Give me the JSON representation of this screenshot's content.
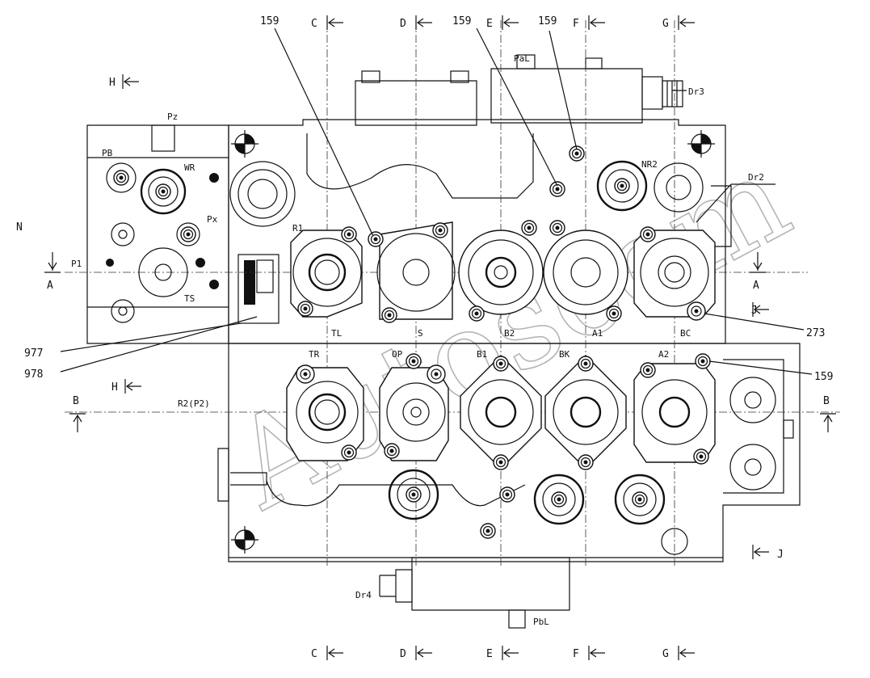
{
  "watermark": "Autoscom",
  "sections": {
    "top": [
      "C",
      "D",
      "E",
      "F",
      "G"
    ],
    "bottom": [
      "C",
      "D",
      "E",
      "F",
      "G"
    ],
    "side_h_top": "H",
    "side_h_mid": "H",
    "side_a_left": "A",
    "side_a_right": "A",
    "side_b_left": "B",
    "side_b_right": "B",
    "side_j_top": "J",
    "side_j_bottom": "J"
  },
  "callouts": {
    "c159_1": "159",
    "c159_2": "159",
    "c159_3": "159",
    "c159_4": "159",
    "c273": "273",
    "c977": "977",
    "c978": "978"
  },
  "ports": {
    "pal": "PaL",
    "dr3": "Dr3",
    "dr2": "Dr2",
    "pz": "Pz",
    "pb": "PB",
    "wr": "WR",
    "px": "Px",
    "n": "N",
    "p1": "P1",
    "ts": "TS",
    "r1": "R1",
    "nr2": "NR2",
    "tl": "TL",
    "s": "S",
    "b2": "B2",
    "a1": "A1",
    "bc": "BC",
    "tr": "TR",
    "op": "OP",
    "b1": "B1",
    "bk": "BK",
    "a2": "A2",
    "r2p2": "R2(P2)",
    "dr4": "Dr4",
    "pbl": "PbL"
  }
}
